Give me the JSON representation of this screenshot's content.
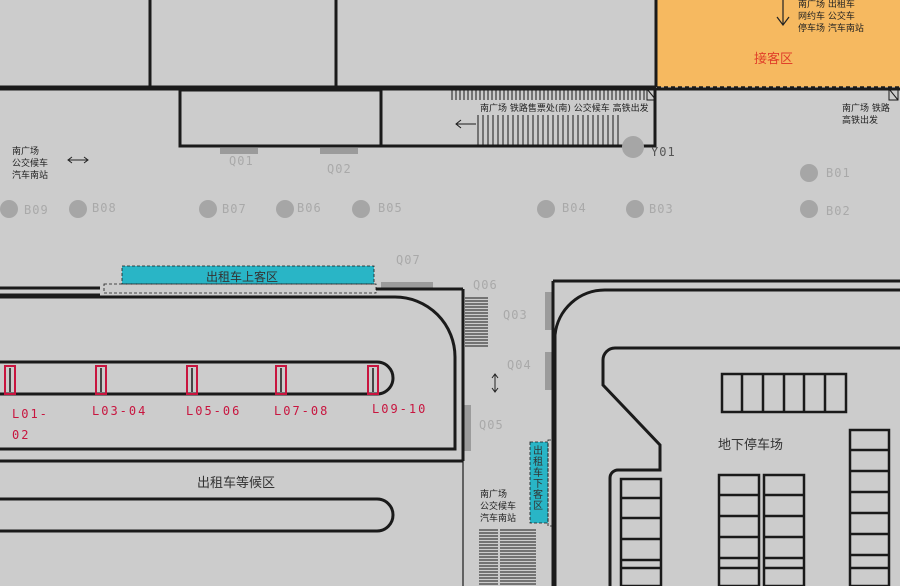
{
  "colors": {
    "background": "#cccccc",
    "wall": "#1a1a1a",
    "pickup_zone": "#f6b960",
    "pickup_text": "#e0402a",
    "taxi_zone": "#29b5c6",
    "stop_marker": "#9b9b9b",
    "lane_marker": "#c8153f"
  },
  "pickup_area": {
    "name": "接客区",
    "direction_lines": [
      "南广场 出租车",
      "网约车 公交车",
      "停车场 汽车南站"
    ]
  },
  "signs": {
    "rail_top": "南广场  铁路售票处(南)  公交候车  高铁出发",
    "right_top": [
      "南广场 铁路",
      "高铁出发"
    ],
    "left": [
      "南广场",
      "公交候车",
      "汽车南站"
    ],
    "bottom_mid": [
      "南广场",
      "公交候车",
      "汽车南站"
    ]
  },
  "zones": {
    "taxi_pickup": "出租车上客区",
    "taxi_dropoff": "出租车下客区",
    "taxi_waiting": "出租车等候区",
    "parking": "地下停车场"
  },
  "stops": [
    {
      "code": "Q01",
      "kind": "bar"
    },
    {
      "code": "Q02",
      "kind": "bar"
    },
    {
      "code": "Y01",
      "kind": "circle"
    },
    {
      "code": "B01",
      "kind": "circle"
    },
    {
      "code": "B02",
      "kind": "circle"
    },
    {
      "code": "B03",
      "kind": "circle"
    },
    {
      "code": "B04",
      "kind": "circle"
    },
    {
      "code": "B05",
      "kind": "circle"
    },
    {
      "code": "B06",
      "kind": "circle"
    },
    {
      "code": "B07",
      "kind": "circle"
    },
    {
      "code": "B08",
      "kind": "circle"
    },
    {
      "code": "B09",
      "kind": "circle"
    },
    {
      "code": "Q03",
      "kind": "bar"
    },
    {
      "code": "Q04",
      "kind": "bar"
    },
    {
      "code": "Q05",
      "kind": "bar"
    },
    {
      "code": "Q06",
      "kind": "bar"
    },
    {
      "code": "Q07",
      "kind": "bar"
    }
  ],
  "lanes": [
    "L01-02",
    "L03-04",
    "L05-06",
    "L07-08",
    "L09-10"
  ]
}
